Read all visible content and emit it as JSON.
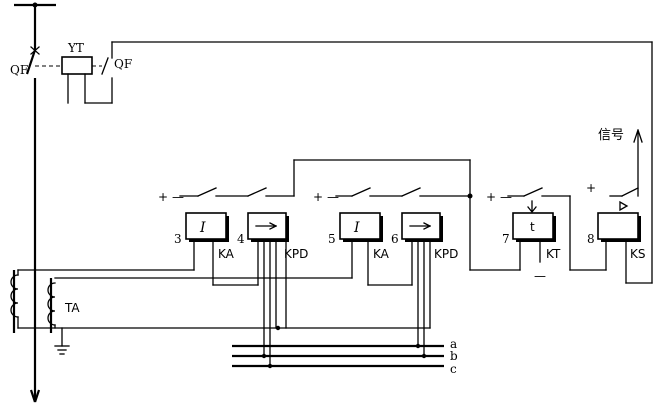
{
  "breaker": {
    "qf_left": "QF",
    "qf_right": "QF",
    "yt": "YT"
  },
  "ct": {
    "label": "TA"
  },
  "signal": {
    "label": "信号"
  },
  "relays": [
    {
      "num": "3",
      "symbol": "I",
      "name": "KA"
    },
    {
      "num": "4",
      "symbol": "→",
      "name": "KPD"
    },
    {
      "num": "5",
      "symbol": "I",
      "name": "KA"
    },
    {
      "num": "6",
      "symbol": "→",
      "name": "KPD"
    },
    {
      "num": "7",
      "symbol": "t",
      "name": "KT"
    },
    {
      "num": "8",
      "symbol": "",
      "name": "KS"
    }
  ],
  "polarity": {
    "p1": "+",
    "m1": "—",
    "p2": "+",
    "m2": "—",
    "p3": "+",
    "m3": "—",
    "p4": "+",
    "kt_minus": "—"
  },
  "busbars": {
    "a": "a",
    "b": "b",
    "c": "c"
  }
}
